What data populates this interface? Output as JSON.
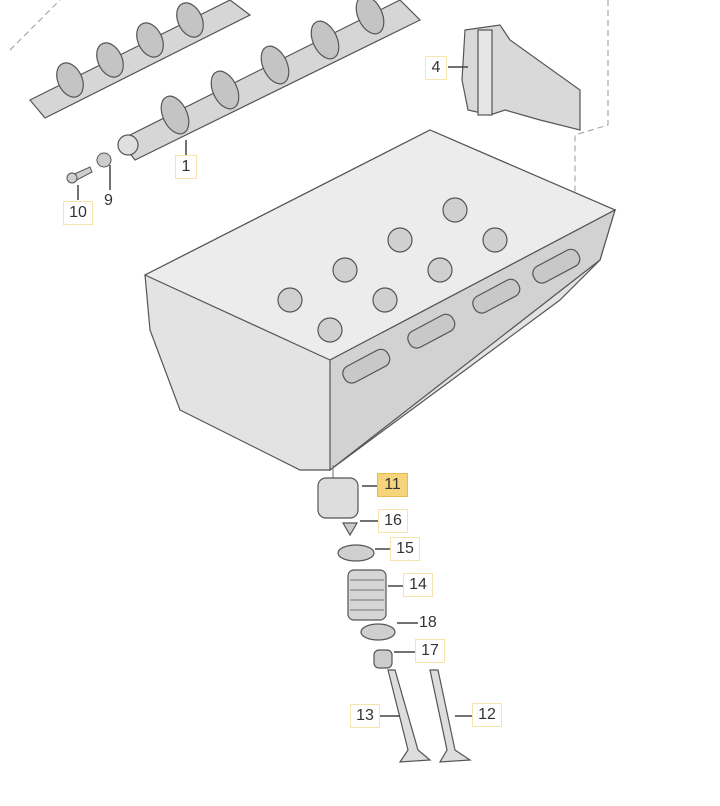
{
  "diagram": {
    "callouts": [
      {
        "id": "1",
        "label": "1",
        "highlighted": false,
        "boxed": true
      },
      {
        "id": "4",
        "label": "4",
        "highlighted": false,
        "boxed": true
      },
      {
        "id": "9",
        "label": "9",
        "highlighted": false,
        "boxed": false
      },
      {
        "id": "10",
        "label": "10",
        "highlighted": false,
        "boxed": true
      },
      {
        "id": "11",
        "label": "11",
        "highlighted": true,
        "boxed": true
      },
      {
        "id": "12",
        "label": "12",
        "highlighted": false,
        "boxed": true
      },
      {
        "id": "13",
        "label": "13",
        "highlighted": false,
        "boxed": true
      },
      {
        "id": "14",
        "label": "14",
        "highlighted": false,
        "boxed": true
      },
      {
        "id": "15",
        "label": "15",
        "highlighted": false,
        "boxed": true
      },
      {
        "id": "16",
        "label": "16",
        "highlighted": false,
        "boxed": true
      },
      {
        "id": "17",
        "label": "17",
        "highlighted": false,
        "boxed": true
      },
      {
        "id": "18",
        "label": "18",
        "highlighted": false,
        "boxed": false
      }
    ],
    "colors": {
      "highlight": "#f5d47c",
      "box_border": "#f6e3ad",
      "part": "#d9d9d9",
      "outline": "#555555"
    }
  }
}
